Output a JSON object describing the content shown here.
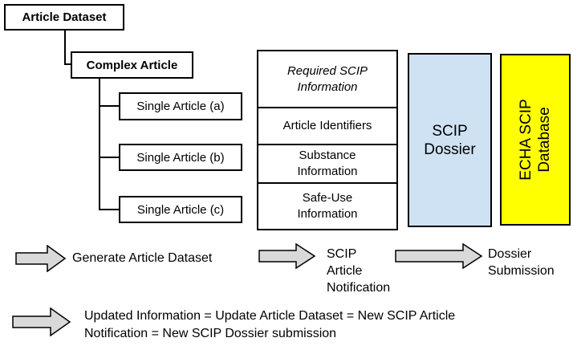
{
  "tree": {
    "root_label": "Article Dataset",
    "child_label": "Complex Article",
    "leaf_labels": [
      "Single Article (a)",
      "Single Article (b)",
      "Single Article (c)"
    ]
  },
  "info_table": {
    "header": "Required SCIP\nInformation",
    "rows": [
      "Article Identifiers",
      "Substance\nInformation",
      "Safe-Use\nInformation"
    ]
  },
  "scip_dossier": {
    "label": "SCIP\nDossier"
  },
  "echa_database": {
    "label": "ECHA SCIP\nDatabase"
  },
  "flow": {
    "steps": [
      {
        "label": "Generate Article Dataset"
      },
      {
        "label": "SCIP\nArticle\nNotification"
      },
      {
        "label": "Dossier\nSubmission"
      }
    ],
    "note": "Updated Information = Update Article Dataset = New SCIP Article\nNotification = New SCIP Dossier submission"
  },
  "colors": {
    "arrow_fill": "#d9d9d9",
    "arrow_stroke": "#000000",
    "dossier_fill": "#cfe2f3",
    "database_fill": "#ffff00"
  }
}
